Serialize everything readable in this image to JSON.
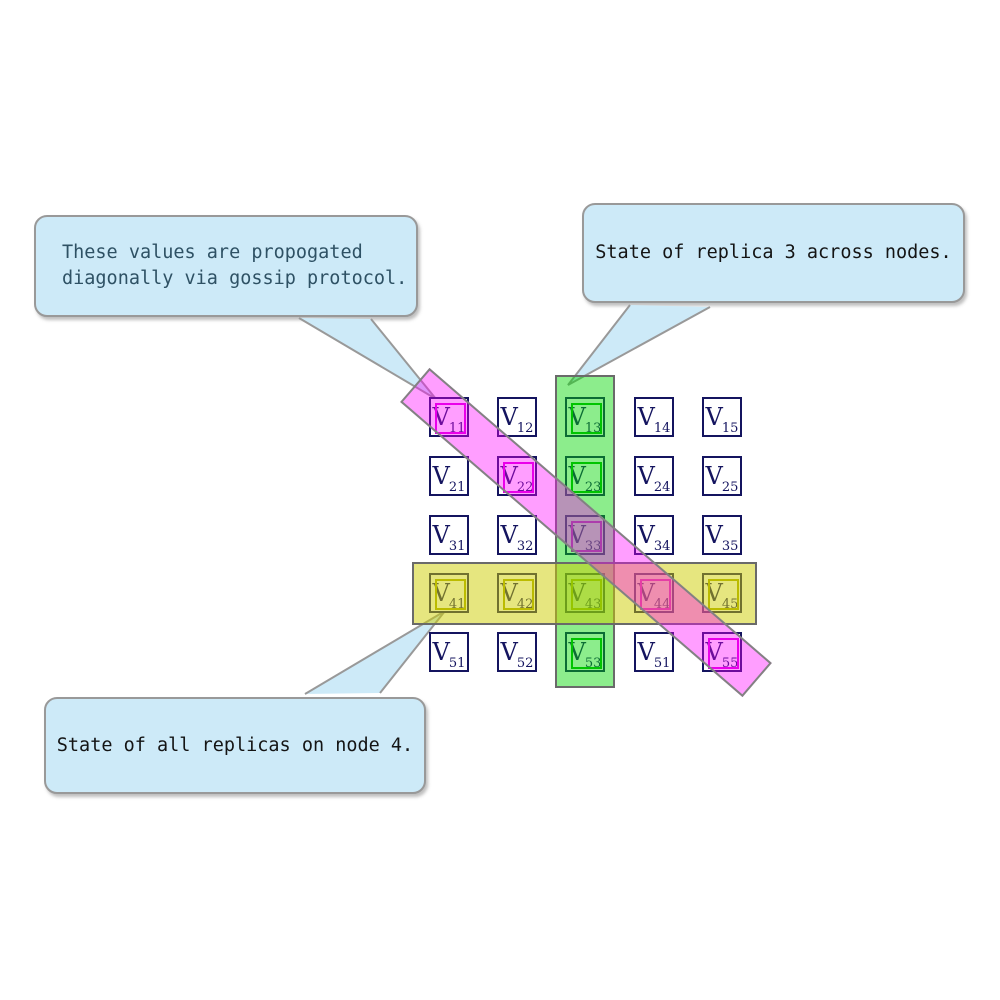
{
  "callouts": {
    "gossip": {
      "line1": "These values are propogated",
      "line2": "diagonally via gossip protocol.",
      "target": "magenta-diagonal-band"
    },
    "replica": {
      "text": "State of replica 3 across nodes.",
      "target": "green-column"
    },
    "node": {
      "text": "State of all replicas on node 4.",
      "target": "yellow-row"
    }
  },
  "matrix": {
    "label_base": "V",
    "rows": 5,
    "cols": 5,
    "subscripts": [
      [
        "11",
        "12",
        "13",
        "14",
        "15"
      ],
      [
        "21",
        "22",
        "23",
        "24",
        "25"
      ],
      [
        "31",
        "32",
        "33",
        "34",
        "35"
      ],
      [
        "41",
        "42",
        "43",
        "44",
        "45"
      ],
      [
        "51",
        "52",
        "53",
        "51",
        "55"
      ]
    ],
    "highlights": {
      "green_column_cells": [
        "13",
        "23",
        "33",
        "43",
        "53"
      ],
      "yellow_row_cells": [
        "41",
        "42",
        "43",
        "44",
        "45"
      ],
      "magenta_diagonal_cells": [
        "11",
        "22",
        "33",
        "44",
        "55"
      ]
    }
  },
  "colors": {
    "callout_fill": "#cdeaf8",
    "callout_border": "#999999",
    "gossip_text": "#2e5164",
    "black_text": "#141414",
    "box_border": "#14145f",
    "green_highlight": "#90ee90",
    "yellow_highlight": "#dddd80",
    "magenta_highlight": "#ff9aff"
  }
}
